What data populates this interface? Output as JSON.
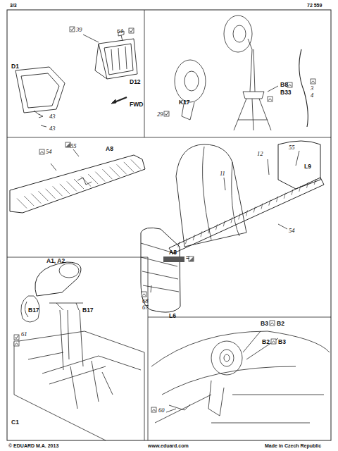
{
  "diagram": {
    "labels": [
      "3/3",
      "72 559",
      "39",
      "64",
      "D12",
      "FWD",
      "D1",
      "43",
      "43",
      "B8",
      "B33",
      "3",
      "4",
      "K17",
      "29",
      "55",
      "A8",
      "54",
      "12",
      "55",
      "L9",
      "11",
      "54",
      "A8",
      "=",
      "68",
      "67",
      "L6",
      "A1, A2",
      "B17",
      "B17",
      "61",
      "C1",
      "B3",
      "B2",
      "B2",
      "B3",
      "60",
      "© EDUARD  M.A. 2013",
      "www.eduard.com",
      "Made in Czech Republic"
    ]
  }
}
